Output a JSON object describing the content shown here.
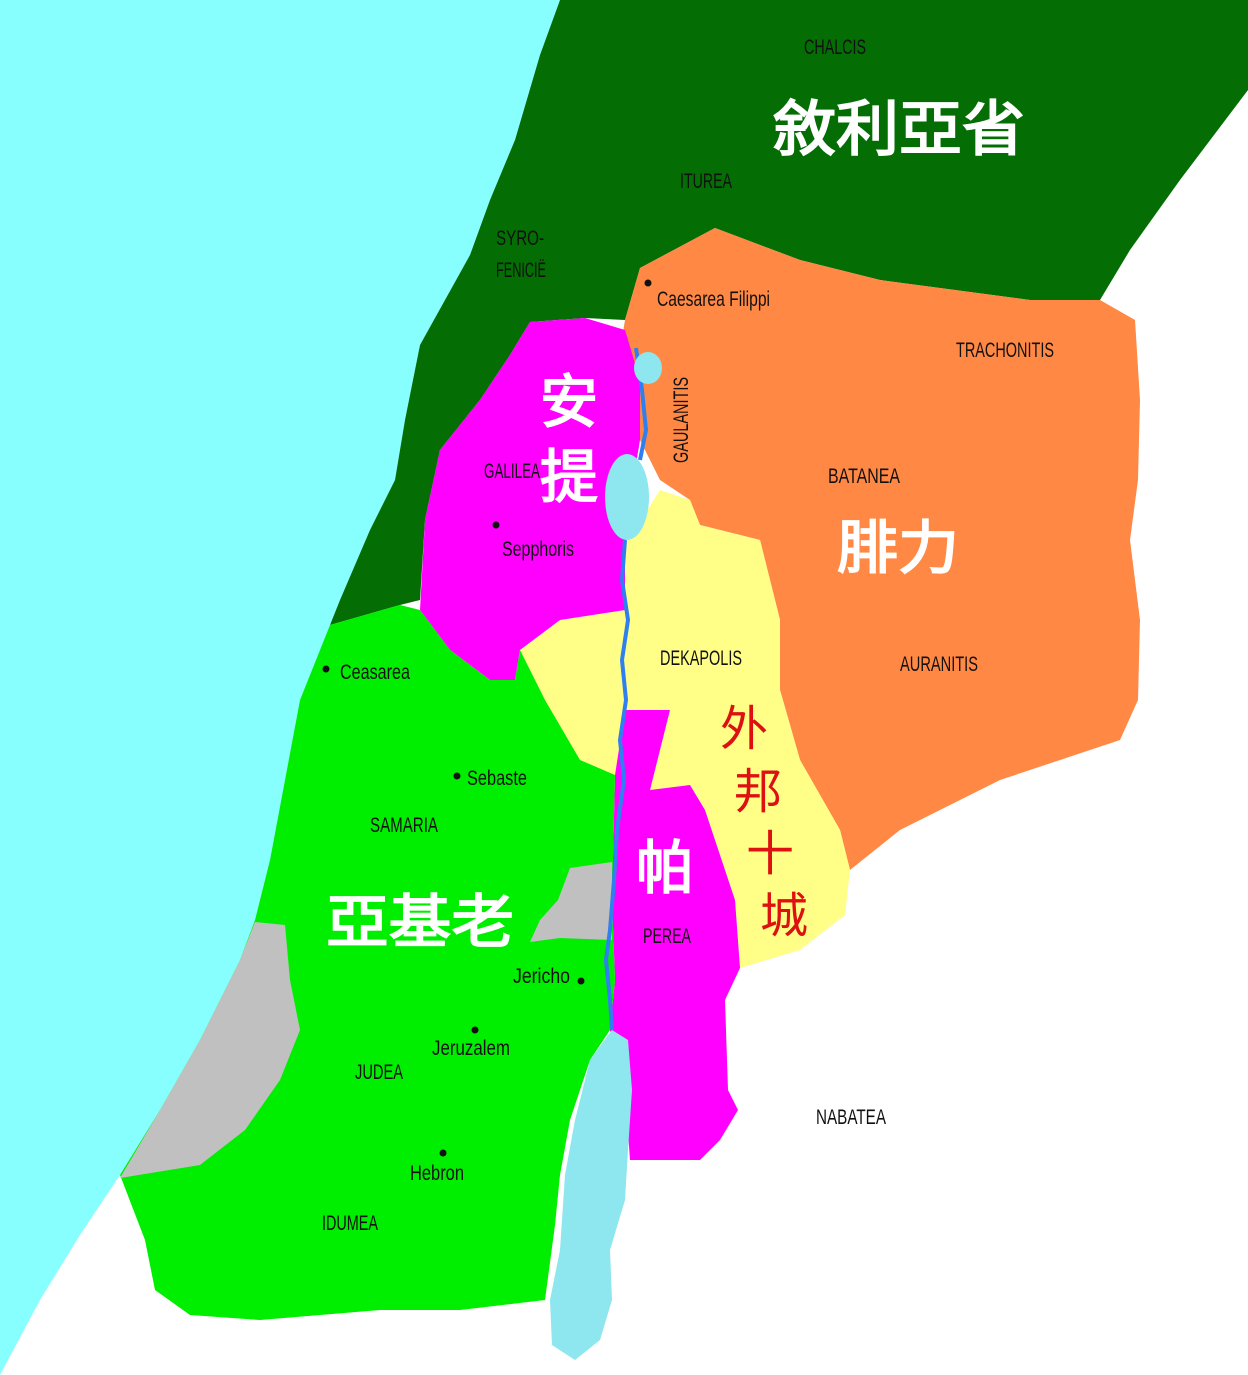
{
  "colors": {
    "sea": "#88ffff",
    "lake": "#8ee6ee",
    "river": "#2f7ff0",
    "syria": "#046d04",
    "philip": "#ff8844",
    "antipas": "#ff00ff",
    "decapolis": "#ffff88",
    "archelaus": "#00ee00",
    "other": "#c0c0c0",
    "nabatea": "#ffffff",
    "borders": "#222222",
    "cn_label": "#ffffff",
    "decapolis_label": "#dd1111"
  },
  "regions_cn": {
    "syria": "敘利亞省",
    "antipas_1": "安",
    "antipas_2": "提",
    "philip": "腓力",
    "perea": "帕",
    "archelaus": "亞基老",
    "decapolis_1": "外",
    "decapolis_2": "邦",
    "decapolis_3": "十",
    "decapolis_4": "城"
  },
  "regions_en": {
    "chalcis": "CHALCIS",
    "iturea": "ITUREA",
    "syro_1": "SYRO-",
    "syro_2": "FENICIË",
    "trachonitis": "TRACHONITIS",
    "gaulanitis": "GAULANITIS",
    "batanea": "BATANEA",
    "galilea": "GALILEA",
    "dekapolis": "DEKAPOLIS",
    "auranitis": "AURANITIS",
    "samaria": "SAMARIA",
    "perea": "PEREA",
    "judea": "JUDEA",
    "idumea": "IDUMEA",
    "nabatea": "NABATEA"
  },
  "cities": {
    "caesarea_filippi": "Caesarea Filippi",
    "sepphoris": "Sepphoris",
    "ceasarea": "Ceasarea",
    "sebaste": "Sebaste",
    "jericho": "Jericho",
    "jeruzalem": "Jeruzalem",
    "hebron": "Hebron"
  }
}
